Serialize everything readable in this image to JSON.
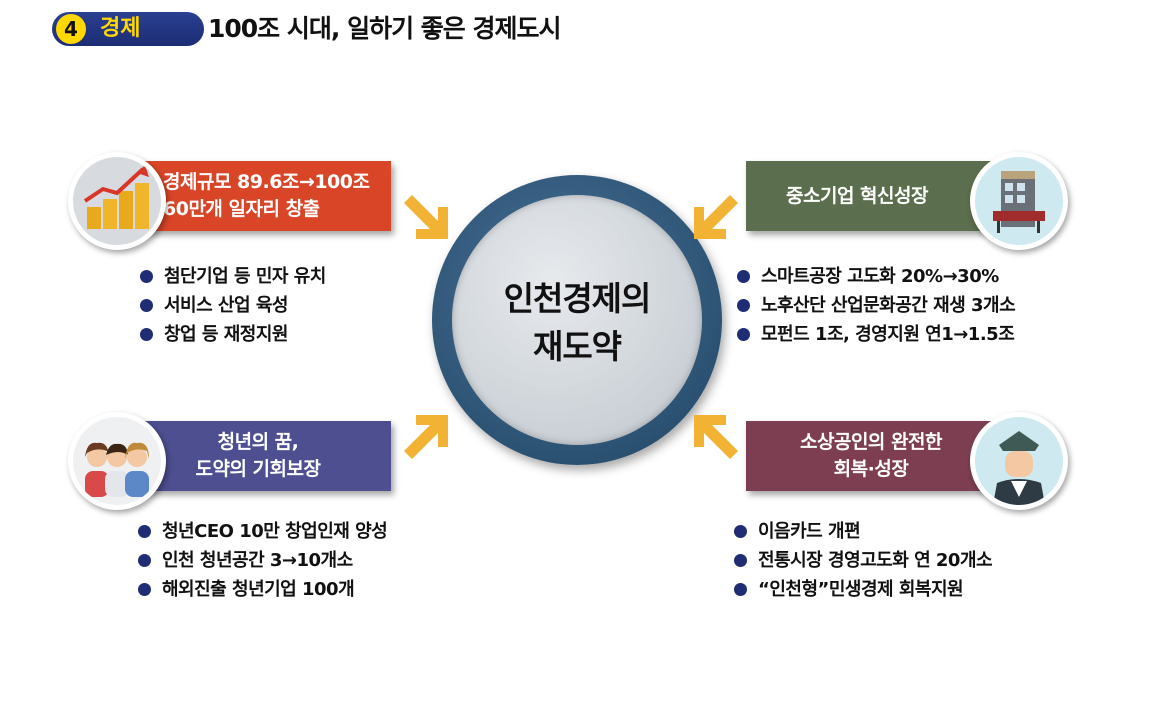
{
  "header": {
    "number": "4",
    "category": "경제",
    "title": "100조 시대, 일하기 좋은 경제도시"
  },
  "center": {
    "line1": "인천경제의",
    "line2": "재도약"
  },
  "sections": {
    "top_left": {
      "title_line1": "경제규모 89.6조→100조",
      "title_line2": "60만개 일자리 창출",
      "icon": "coins-growth-icon",
      "color": "#d94527",
      "items": [
        "첨단기업 등 민자 유치",
        "서비스 산업 육성",
        "창업 등 재정지원"
      ]
    },
    "top_right": {
      "title_line1": "중소기업 혁신성장",
      "icon": "building-icon",
      "color": "#5b6e4d",
      "items": [
        "스마트공장 고도화 20%→30%",
        "노후산단 산업문화공간 재생 3개소",
        "모펀드 1조, 경영지원 연1→1.5조"
      ]
    },
    "bottom_left": {
      "title_line1": "청년의 꿈,",
      "title_line2": "도약의 기회보장",
      "icon": "young-people-icon",
      "color": "#4d4f91",
      "items": [
        "청년CEO 10만 창업인재 양성",
        "인천 청년공간 3→10개소",
        "해외진출 청년기업 100개"
      ]
    },
    "bottom_right": {
      "title_line1": "소상공인의 완전한",
      "title_line2": "회복·성장",
      "icon": "merchant-icon",
      "color": "#7c3e50",
      "items": [
        "이음카드 개편",
        "전통시장 경영고도화 연 20개소",
        "“인천형”민생경제 회복지원"
      ]
    }
  },
  "colors": {
    "header_bg": "#1c2d74",
    "header_number_bg": "#ffd800",
    "arrow": "#f2b233",
    "bullet": "#1f2d74"
  }
}
